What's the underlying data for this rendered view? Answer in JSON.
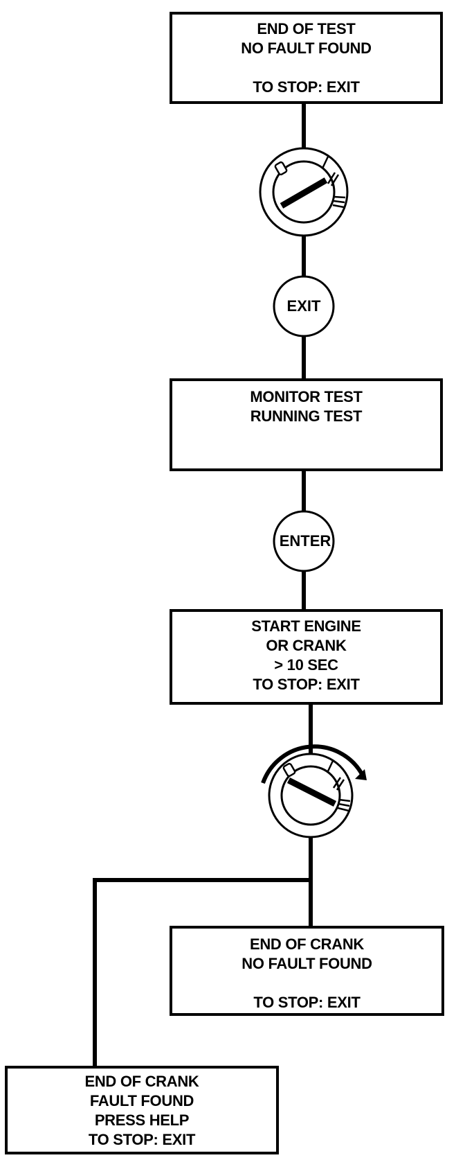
{
  "boxes": {
    "end_of_test": {
      "lines": [
        "END OF TEST",
        "NO FAULT FOUND",
        "",
        "TO STOP: EXIT"
      ]
    },
    "monitor_test": {
      "lines": [
        "MONITOR TEST",
        "RUNNING TEST"
      ]
    },
    "start_engine": {
      "lines": [
        "START ENGINE",
        "OR CRANK",
        "> 10 SEC",
        "TO STOP: EXIT"
      ]
    },
    "end_of_crank_no_fault": {
      "lines": [
        "END OF CRANK",
        "NO FAULT FOUND",
        "",
        "TO STOP: EXIT"
      ]
    },
    "end_of_crank_fault": {
      "lines": [
        "END OF CRANK",
        "FAULT FOUND",
        "PRESS HELP",
        "TO STOP: EXIT"
      ]
    }
  },
  "buttons": {
    "exit": "EXIT",
    "enter": "ENTER"
  },
  "ignition": {
    "positions": [
      "0",
      "I",
      "II",
      "III"
    ]
  },
  "colors": {
    "ink": "#000000",
    "paper": "#ffffff"
  }
}
